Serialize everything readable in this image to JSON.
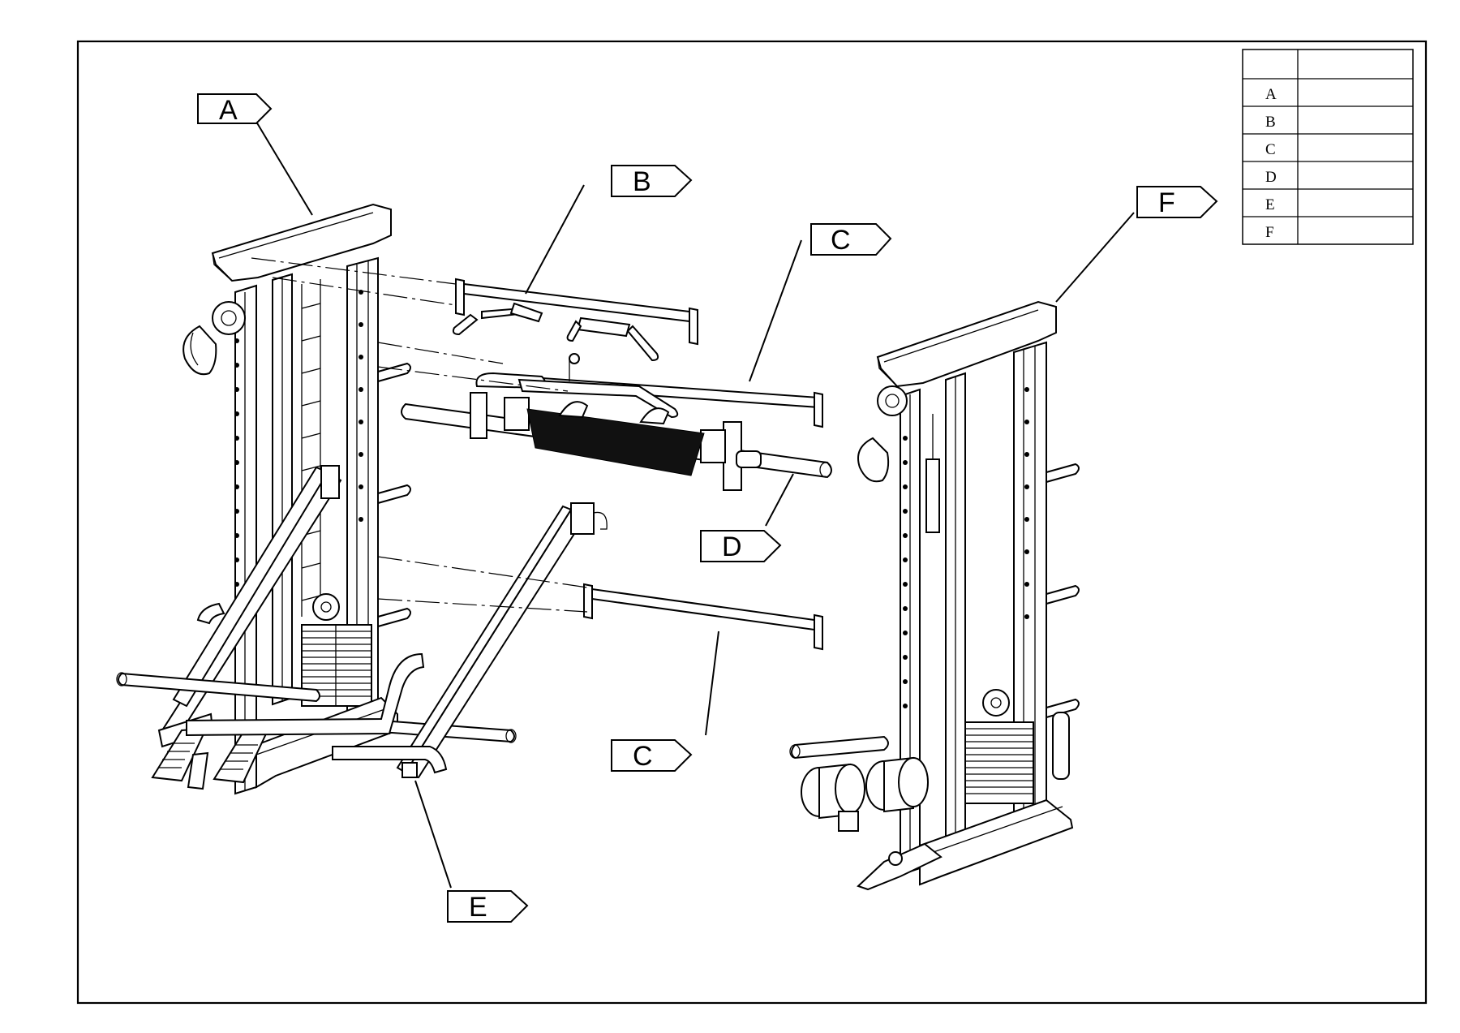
{
  "parts_table": {
    "header": [
      "",
      ""
    ],
    "rows": [
      {
        "id": "A",
        "desc": ""
      },
      {
        "id": "B",
        "desc": ""
      },
      {
        "id": "C",
        "desc": ""
      },
      {
        "id": "D",
        "desc": ""
      },
      {
        "id": "E",
        "desc": ""
      },
      {
        "id": "F",
        "desc": ""
      }
    ]
  },
  "callouts": {
    "a": "A",
    "b": "B",
    "c_upper": "C",
    "c_lower": "C",
    "d": "D",
    "e": "E",
    "f": "F"
  }
}
